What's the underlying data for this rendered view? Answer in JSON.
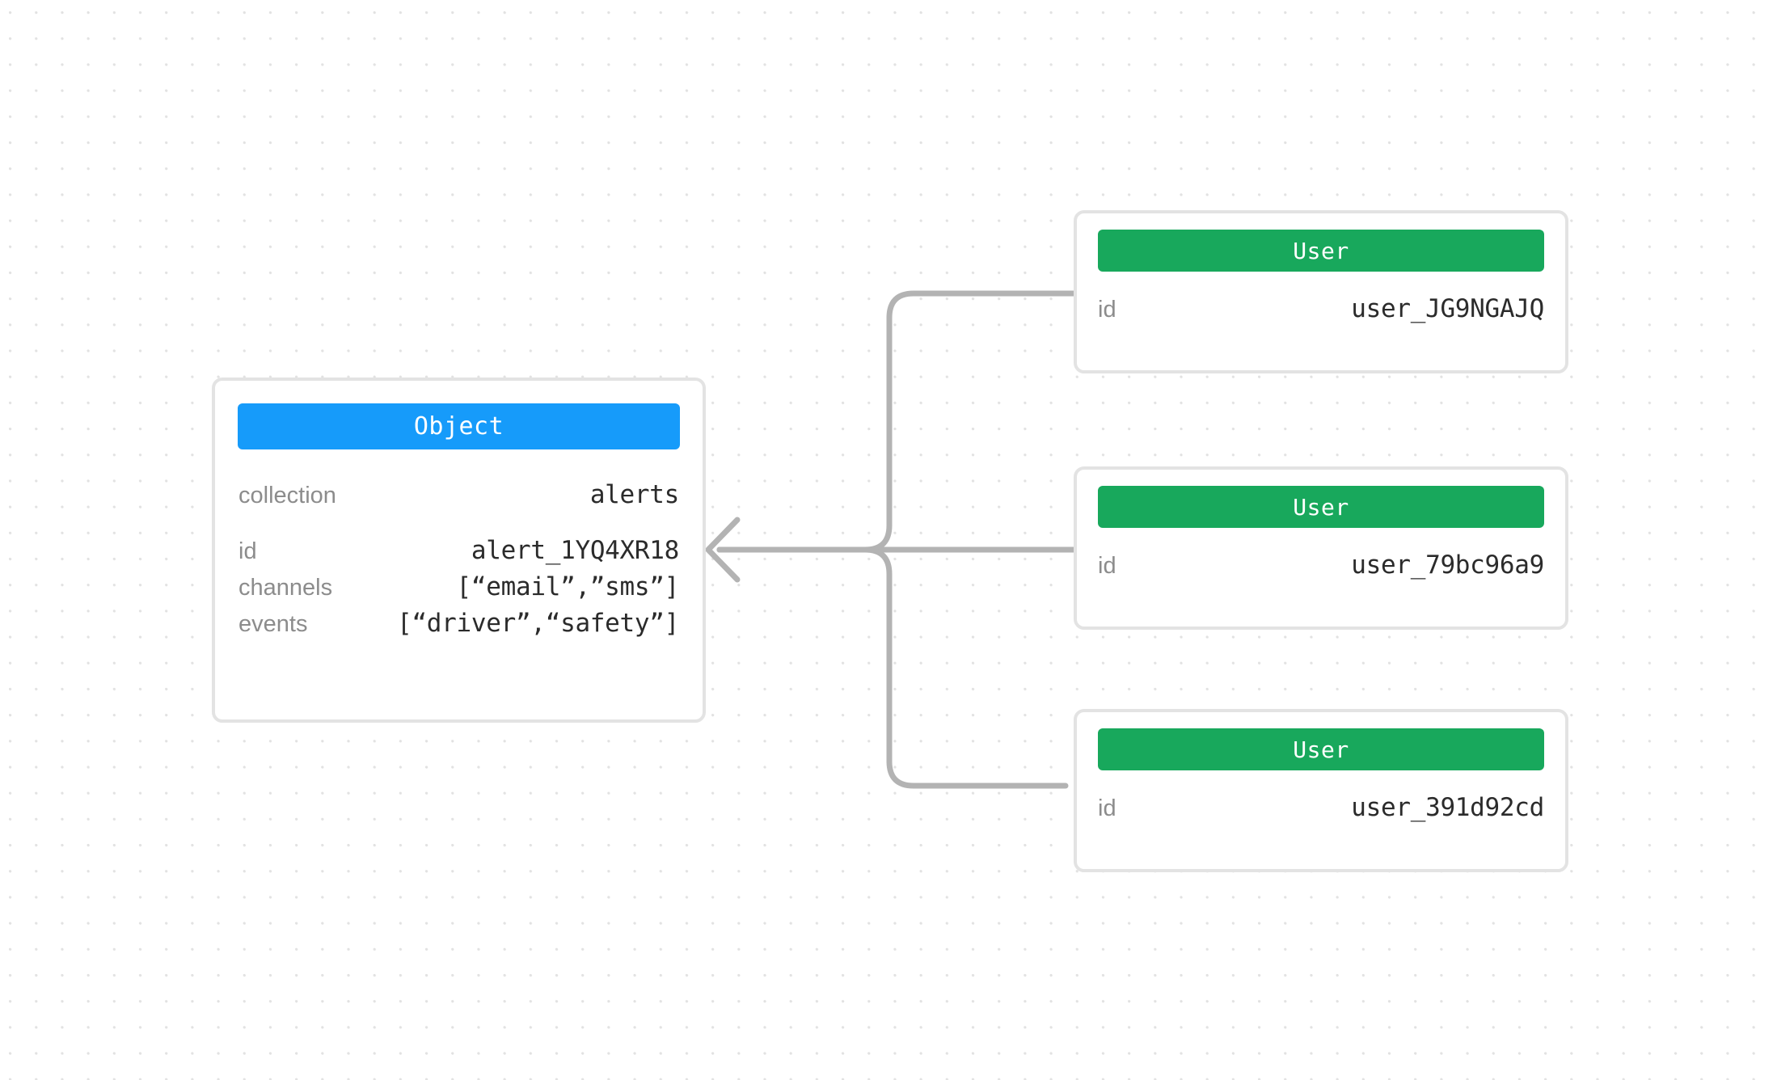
{
  "canvas": {
    "background_color": "#ffffff",
    "grid_dot_color": "#e2e2e2",
    "connector_color": "#b3b3b3"
  },
  "object_node": {
    "header": "Object",
    "header_color": "#169bfa",
    "border_color": "#e3e3e3",
    "fields": [
      {
        "key": "collection",
        "value": "alerts"
      },
      {
        "key": "id",
        "value": "alert_1YQ4XR18"
      },
      {
        "key": "channels",
        "value": "[“email”,”sms”]"
      },
      {
        "key": "events",
        "value": "[“driver”,“safety”]"
      }
    ]
  },
  "user_nodes": [
    {
      "header": "User",
      "header_color": "#18a85c",
      "fields": [
        {
          "key": "id",
          "value": "user_JG9NGAJQ"
        }
      ]
    },
    {
      "header": "User",
      "header_color": "#18a85c",
      "fields": [
        {
          "key": "id",
          "value": "user_79bc96a9"
        }
      ]
    },
    {
      "header": "User",
      "header_color": "#18a85c",
      "fields": [
        {
          "key": "id",
          "value": "user_391d92cd"
        }
      ]
    }
  ],
  "connectors": {
    "color": "#b3b3b3",
    "stroke_width": 7,
    "arrow_direction": "left",
    "edges": [
      {
        "from": "user_node_0",
        "to": "object_node"
      },
      {
        "from": "user_node_1",
        "to": "object_node"
      },
      {
        "from": "user_node_2",
        "to": "object_node"
      }
    ]
  }
}
